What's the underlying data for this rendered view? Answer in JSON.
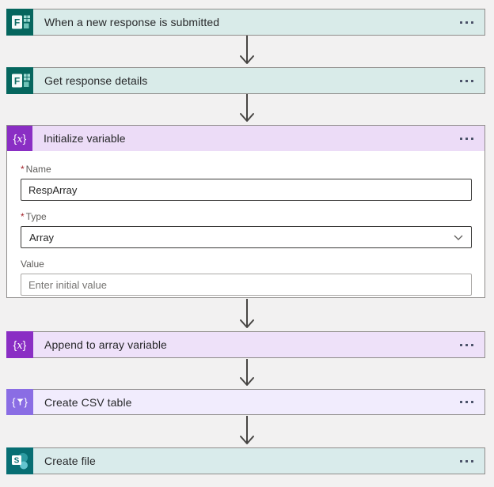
{
  "nodes": {
    "trigger": {
      "title": "When a new response is submitted",
      "icon": "forms-icon"
    },
    "get_response": {
      "title": "Get response details",
      "icon": "forms-icon"
    },
    "initialize_variable": {
      "title": "Initialize variable",
      "icon": "variable-icon",
      "fields": {
        "name": {
          "required": "*",
          "label": "Name",
          "value": "RespArray"
        },
        "type": {
          "required": "*",
          "label": "Type",
          "value": "Array"
        },
        "value": {
          "label": "Value",
          "placeholder": "Enter initial value"
        }
      }
    },
    "append_to_array": {
      "title": "Append to array variable",
      "icon": "variable-icon"
    },
    "create_csv": {
      "title": "Create CSV table",
      "icon": "data-operation-icon"
    },
    "create_file": {
      "title": "Create file",
      "icon": "sharepoint-icon"
    }
  },
  "icons": {
    "forms_letter": "F",
    "sharepoint_letter": "S",
    "variable_glyph_open": "{",
    "variable_glyph_x": "x",
    "variable_glyph_close": "}"
  },
  "colors": {
    "canvas_bg": "#f2f1f1",
    "card_border": "#8f8d8b",
    "forms_icon_bg": "#05665e",
    "forms_card_bg": "#d9ebe9",
    "variable_icon_bg": "#8a2ec4",
    "variable_header_bg": "#ecdcf7",
    "variable_card_bg": "#eee1f9",
    "data_operation_icon_bg": "#8a6de4",
    "data_operation_card_bg": "#f1ecfd",
    "sharepoint_icon_bg": "#076e73",
    "sharepoint_card_bg": "#d9ebeb",
    "arrow": "#474543",
    "required_marker": "#a4262c"
  }
}
